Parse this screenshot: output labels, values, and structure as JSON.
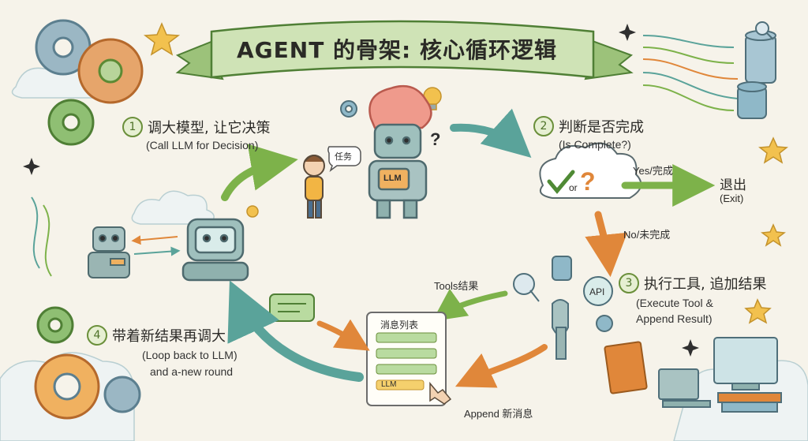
{
  "title": "AGENT 的骨架: 核心循环逻辑",
  "steps": [
    {
      "num": "1",
      "title": "调大模型, 让它决策",
      "subtitle": "(Call LLM for Decision)"
    },
    {
      "num": "2",
      "title": "判断是否完成",
      "subtitle": "(Is Complete?)"
    },
    {
      "num": "3",
      "title": "执行工具, 追加结果",
      "subtitle_line1": "(Execute Tool &",
      "subtitle_line2": "Append Result)"
    },
    {
      "num": "4",
      "title": "带着新结果再调大",
      "subtitle_line1": "(Loop back to LLM)",
      "subtitle_line2": "and a-new round"
    }
  ],
  "decision": {
    "question": "?",
    "or_text": "or"
  },
  "edges": {
    "yes": "Yes/完成",
    "no": "No/未完成",
    "tools_result": "Tools结果",
    "append": "Append 新消息"
  },
  "exit": {
    "title": "退出",
    "subtitle": "(Exit)"
  },
  "labels": {
    "task_bubble": "任务",
    "llm_badge": "LLM",
    "api_badge": "API",
    "message_list": "消息列表",
    "message_llm_row": "LLM"
  }
}
